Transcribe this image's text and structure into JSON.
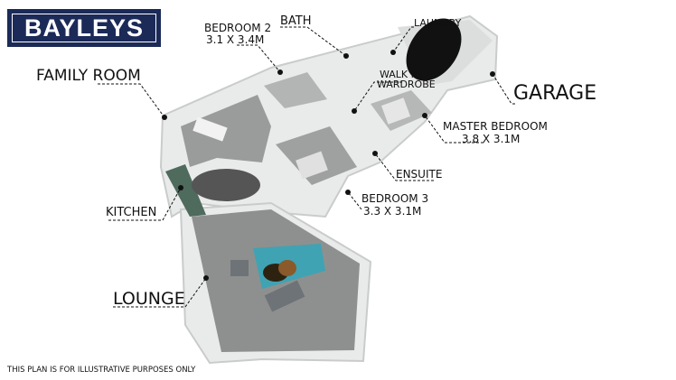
{
  "brand": {
    "logo_text": "BAYLEYS",
    "color": "#1b2a57"
  },
  "rooms": {
    "bedroom2": {
      "name": "BEDROOM 2",
      "size": "3.1 X 3.4M"
    },
    "bath": {
      "name": "BATH"
    },
    "laundry": {
      "name": "LAUNDRY"
    },
    "walk_in_wardrobe": {
      "line1": "WALK IN",
      "line2": "WARDROBE"
    },
    "garage": {
      "name": "GARAGE"
    },
    "master_bedroom": {
      "name": "MASTER BEDROOM",
      "size": "3.8 X 3.1M"
    },
    "ensuite": {
      "name": "ENSUITE"
    },
    "bedroom3": {
      "name": "BEDROOM 3",
      "size": "3.3 X 3.1M"
    },
    "family_room": {
      "name": "FAMILY ROOM"
    },
    "kitchen": {
      "name": "KITCHEN"
    },
    "lounge": {
      "name": "LOUNGE"
    }
  },
  "disclaimer": "THIS PLAN IS FOR ILLUSTRATIVE PURPOSES ONLY"
}
